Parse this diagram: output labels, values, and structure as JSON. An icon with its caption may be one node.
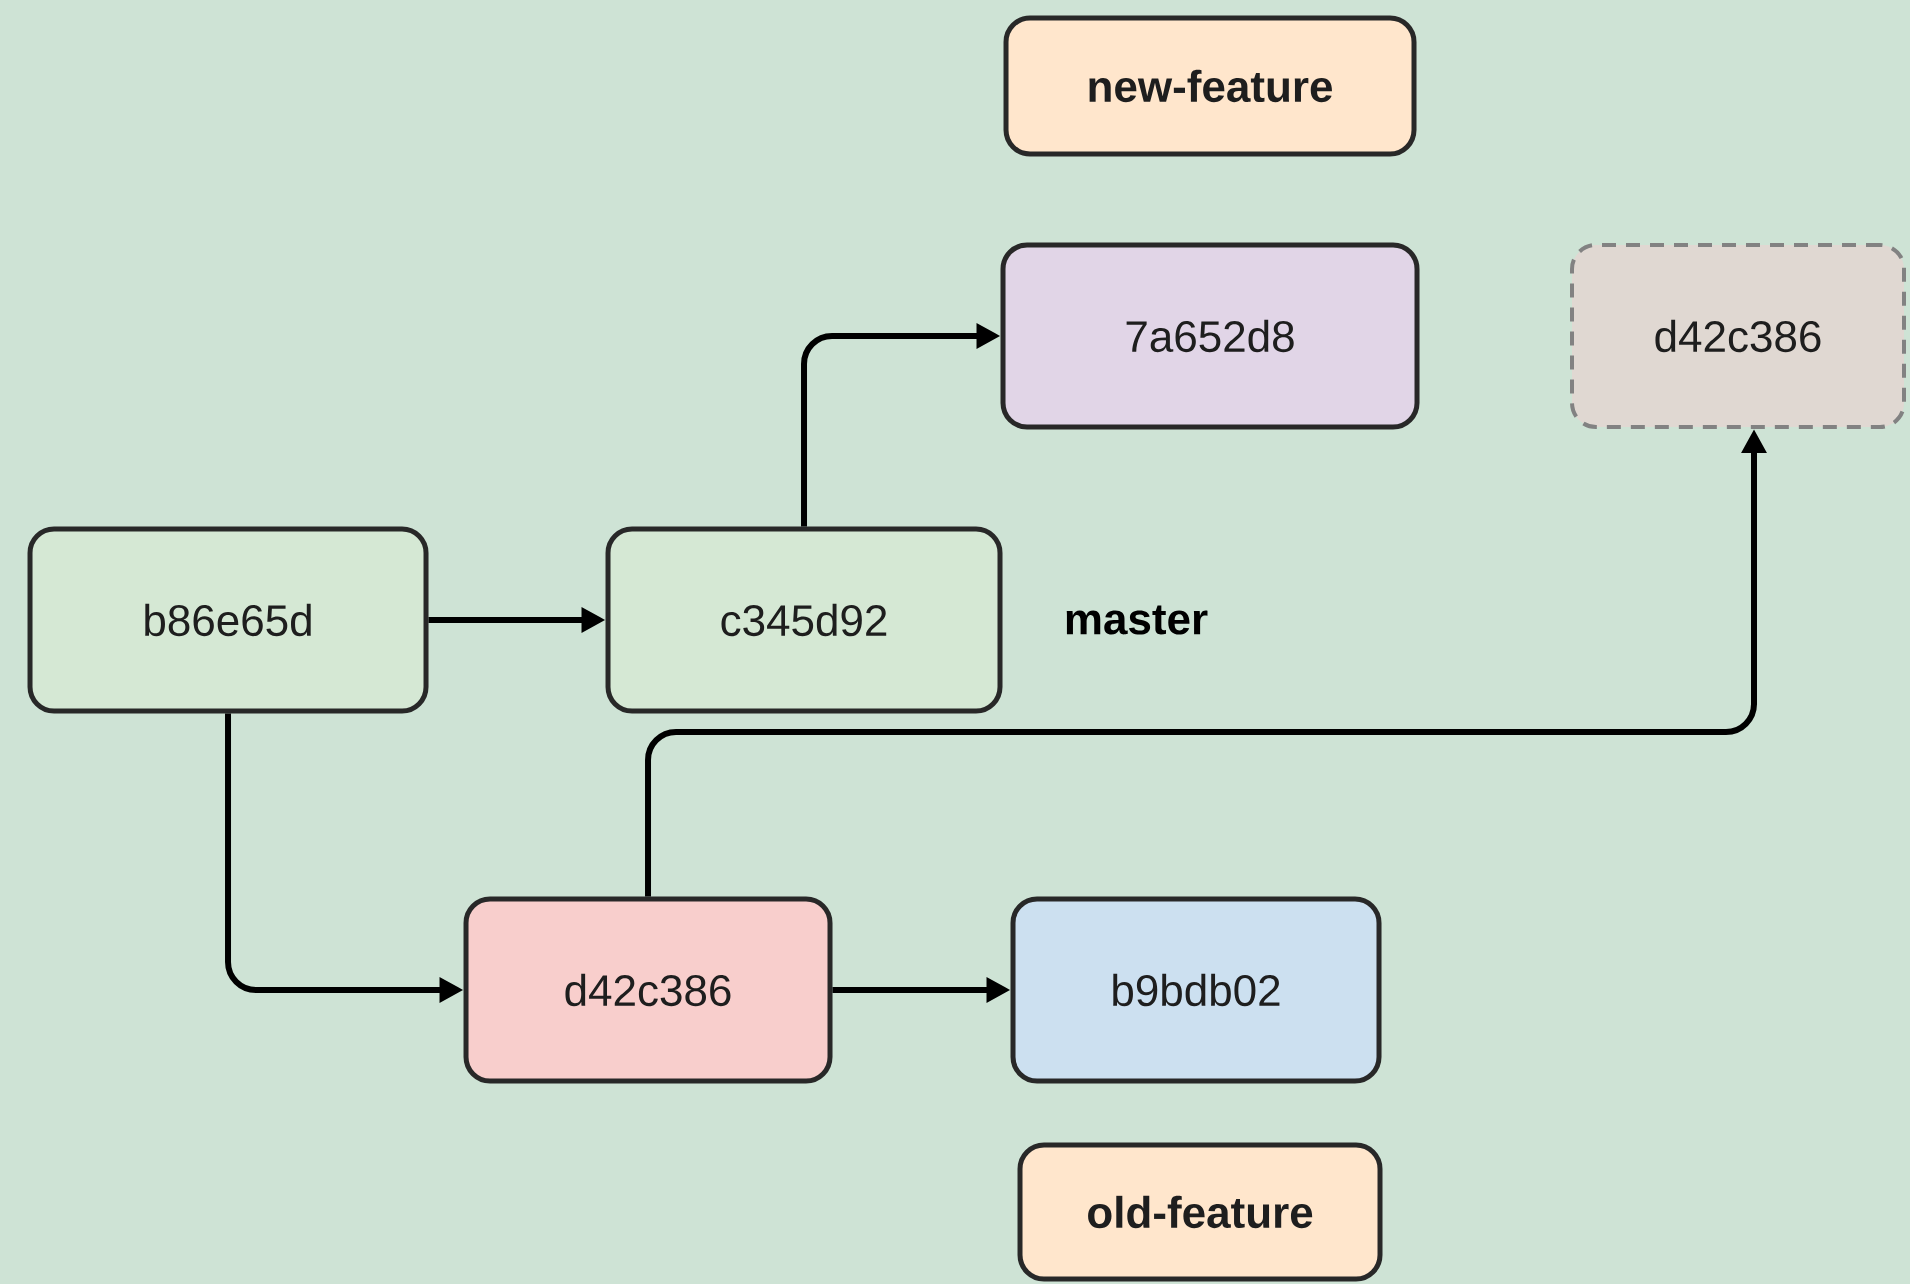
{
  "diagram": {
    "nodes": [
      {
        "text": [
          "new-feature"
        ]
      },
      {
        "text": [
          "7a652d8"
        ]
      },
      {
        "text": [
          "d42c386"
        ]
      },
      {
        "text": [
          "b86e65d"
        ]
      },
      {
        "text": [
          "c345d92"
        ]
      },
      {
        "text": [
          "d42c386"
        ]
      },
      {
        "text": [
          "b9bdb02"
        ]
      },
      {
        "text": [
          "old-feature"
        ]
      }
    ],
    "edges": [
      {
        "from": 3,
        "to": 4,
        "arrow": "to"
      },
      {
        "from": 4,
        "to": 1,
        "arrow": "to"
      },
      {
        "from": 3,
        "to": 5,
        "arrow": "to"
      },
      {
        "from": 5,
        "to": 2,
        "arrow": "to"
      },
      {
        "from": 5,
        "to": 6,
        "arrow": "to"
      }
    ],
    "labels": [
      "master"
    ]
  }
}
